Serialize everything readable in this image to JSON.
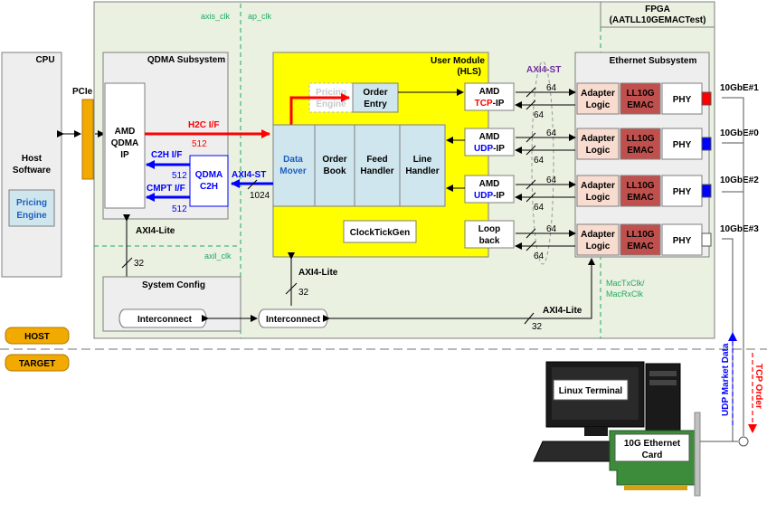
{
  "colors": {
    "fpga_bg": "#eaf1e1",
    "green_dash": "#22a860",
    "user_module_yellow": "#ffff00",
    "handler_blue": "#cfe6ee",
    "emac_red": "#c0504d",
    "adapter_pink": "#f8dcd0",
    "pcie_orange": "#f2a900",
    "h2c_red": "#ff0000",
    "c2h_blue": "#0000ff",
    "axi4st_purple": "#7030a0",
    "label_blue": "#1f5fbf",
    "udp_dash_blue": "#0000ff",
    "tcp_dash_red": "#ff0000"
  },
  "fpga": {
    "title_line1": "FPGA",
    "title_line2": "(AATLL10GEMACTest)"
  },
  "clocks": {
    "axis_clk": "axis_clk",
    "ap_clk": "ap_clk",
    "axil_clk": "axil_clk",
    "mac_clk_line1": "MacTxClk/",
    "mac_clk_line2": "MacRxClk"
  },
  "cpu": {
    "title": "CPU",
    "host_software_line1": "Host",
    "host_software_line2": "Software",
    "pricing_engine_line1": "Pricing",
    "pricing_engine_line2": "Engine"
  },
  "pcie": {
    "label": "PCIe"
  },
  "qdma": {
    "title": "QDMA Subsystem",
    "ip_line1": "AMD",
    "ip_line2": "QDMA",
    "ip_line3": "IP",
    "c2h_line1": "QDMA",
    "c2h_line2": "C2H",
    "h2c_if": "H2C I/F",
    "h2c_width": "512",
    "c2h_if": "C2H I/F",
    "c2h_width": "512",
    "cmpt_if": "CMPT I/F",
    "cmpt_width": "512",
    "axi4lite": "AXI4-Lite",
    "axi4lite_width": "32"
  },
  "user_module": {
    "title_line1": "User Module",
    "title_line2": "(HLS)",
    "pricing_engine_line1": "Pricing",
    "pricing_engine_line2": "Engine",
    "order_entry_line1": "Order",
    "order_entry_line2": "Entry",
    "data_mover_line1": "Data",
    "data_mover_line2": "Mover",
    "order_book_line1": "Order",
    "order_book_line2": "Book",
    "feed_handler_line1": "Feed",
    "feed_handler_line2": "Handler",
    "line_handler_line1": "Line",
    "line_handler_line2": "Handler",
    "clocktickgen": "ClockTickGen",
    "axi4st": "AXI4-ST",
    "axi4st_width": "1024",
    "axi4lite": "AXI4-Lite",
    "axi4lite_width": "32"
  },
  "ip_blocks": [
    {
      "line1": "AMD",
      "proto": "TCP",
      "suffix": "-IP",
      "proto_color": "#ff0000"
    },
    {
      "line1": "AMD",
      "proto": "UDP",
      "suffix": "-IP",
      "proto_color": "#0000ff"
    },
    {
      "line1": "AMD",
      "proto": "UDP",
      "suffix": "-IP",
      "proto_color": "#0000ff"
    }
  ],
  "loopback": {
    "line1": "Loop",
    "line2": "back"
  },
  "axi4st_right": "AXI4-ST",
  "bus_width_64": "64",
  "ethernet": {
    "title": "Ethernet Subsystem",
    "adapter_line1": "Adapter",
    "adapter_line2": "Logic",
    "emac_line1": "LL10G",
    "emac_line2": "EMAC",
    "phy": "PHY",
    "ports": [
      "10GbE#1",
      "10GbE#0",
      "10GbE#2",
      "10GbE#3"
    ]
  },
  "system_config": {
    "title": "System Config",
    "interconnect": "Interconnect"
  },
  "interconnect2": "Interconnect",
  "bottom_axi4lite": "AXI4-Lite",
  "bottom_axi4lite_width": "32",
  "host_tag": "HOST",
  "target_tag": "TARGET",
  "target": {
    "linux_terminal": "Linux Terminal",
    "nic_line1": "10G Ethernet",
    "nic_line2": "Card",
    "udp_market_data": "UDP Market Data",
    "tcp_order": "TCP Order"
  }
}
